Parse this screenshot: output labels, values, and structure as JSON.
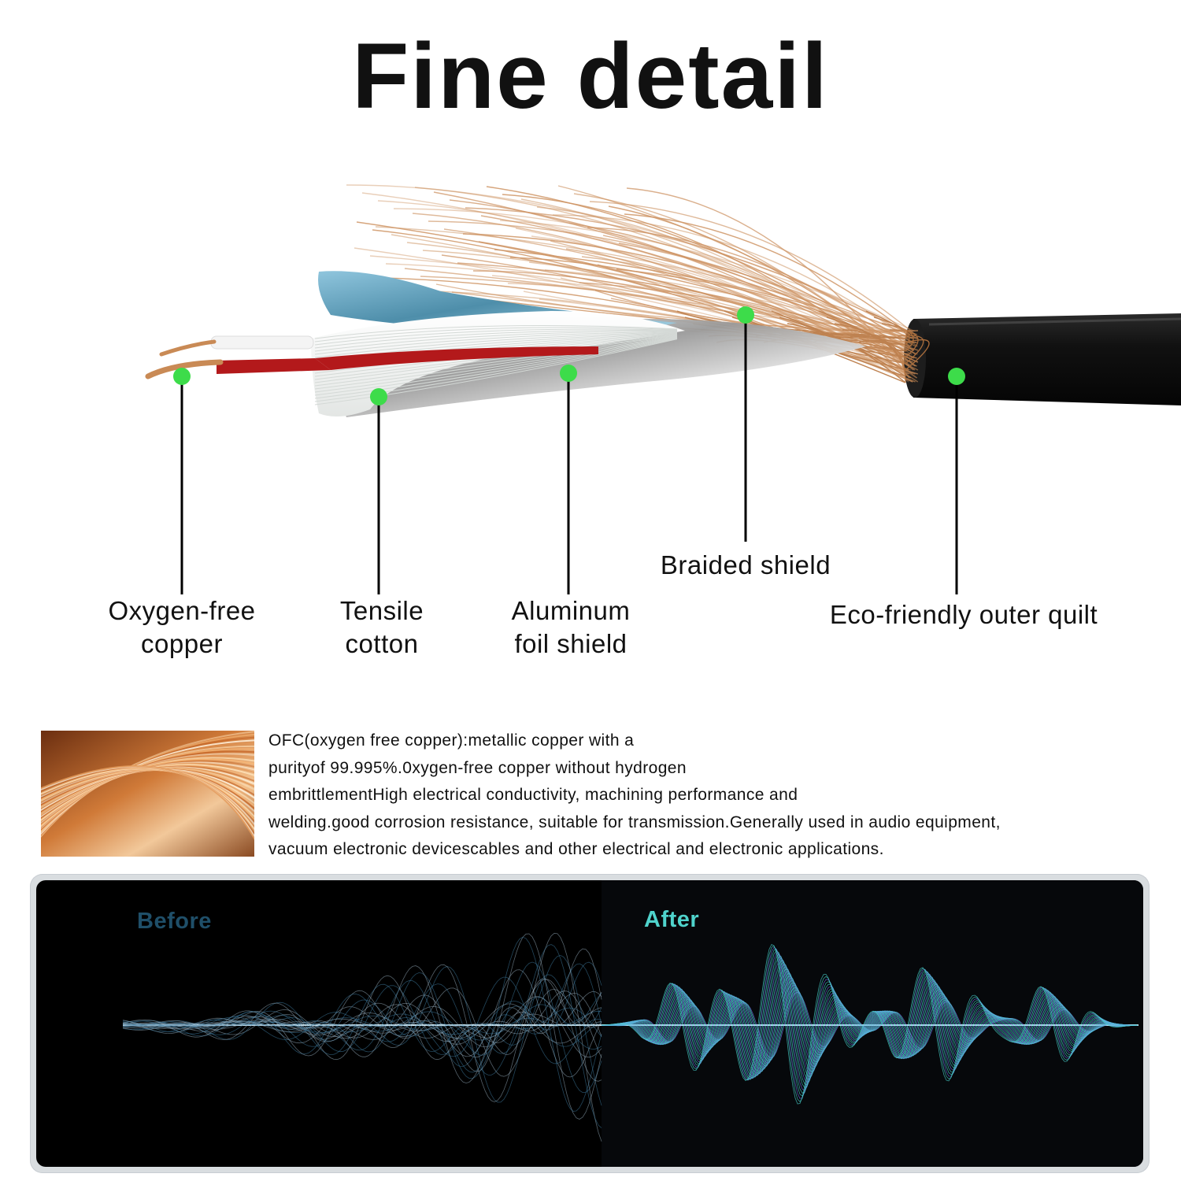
{
  "title": "Fine detail",
  "labels": {
    "copper": [
      "Oxygen-free",
      "copper"
    ],
    "cotton": [
      "Tensile",
      "cotton"
    ],
    "foil": [
      "Aluminum",
      "foil shield"
    ],
    "braid": [
      "Braided shield"
    ],
    "jacket": [
      "Eco-friendly outer quilt"
    ]
  },
  "colors": {
    "marker": "#3ddc4a",
    "leader": "#000000",
    "copper": "#c98a55",
    "foil_blue": "#6aaecb",
    "red_insulation": "#b3191b",
    "jacket": "#0d0d0d",
    "before_label": "#1f4f69",
    "after_label": "#4fd3cc"
  },
  "description_lines": [
    "OFC(oxygen free copper):metallic copper with a",
    "purityof 99.995%.0xygen-free copper without hydrogen",
    "embrittlementHigh electrical conductivity, machining performance and",
    "welding.good corrosion resistance, suitable for transmission.Generally used  in audio equipment,",
    "vacuum electronic devicescables and other electrical and electronic applications."
  ],
  "comparison": {
    "before": "Before",
    "after": "After"
  }
}
